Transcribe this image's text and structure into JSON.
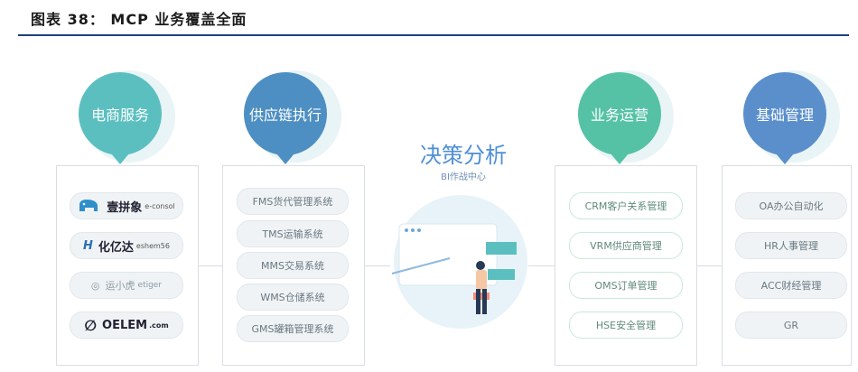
{
  "figure": {
    "title": "图表 38：  MCP 业务覆盖全面"
  },
  "columns": [
    {
      "name": "电商服务",
      "color": "#5bbfc0",
      "items": [
        {
          "text": "壹拼象",
          "sub": "e-consol",
          "icon": "elephant-icon"
        },
        {
          "text": "化亿达",
          "sub": "eshem56",
          "icon": "hy-logo-icon"
        },
        {
          "text": "运小虎",
          "sub": "etiger",
          "icon": "tiger-logo-icon"
        },
        {
          "text": "OELEM",
          "sub": ".com",
          "icon": "slashed-circle-icon"
        }
      ]
    },
    {
      "name": "供应链执行",
      "color": "#4d8fc2",
      "items": [
        "FMS货代管理系统",
        "TMS运输系统",
        "MMS交易系统",
        "WMS仓储系统",
        "GMS罐箱管理系统"
      ]
    },
    {
      "name": "业务运营",
      "color": "#55c2a6",
      "items": [
        "CRM客户关系管理",
        "VRM供应商管理",
        "OMS订单管理",
        "HSE安全管理"
      ]
    },
    {
      "name": "基础管理",
      "color": "#5a8fcb",
      "items": [
        "OA办公自动化",
        "HR人事管理",
        "ACC财经管理",
        "GR"
      ]
    }
  ],
  "center": {
    "title": "决策分析",
    "subtitle": "BI作战中心"
  },
  "colors": {
    "title_rule": "#1f3f7a",
    "center_text": "#4e8fd6"
  }
}
